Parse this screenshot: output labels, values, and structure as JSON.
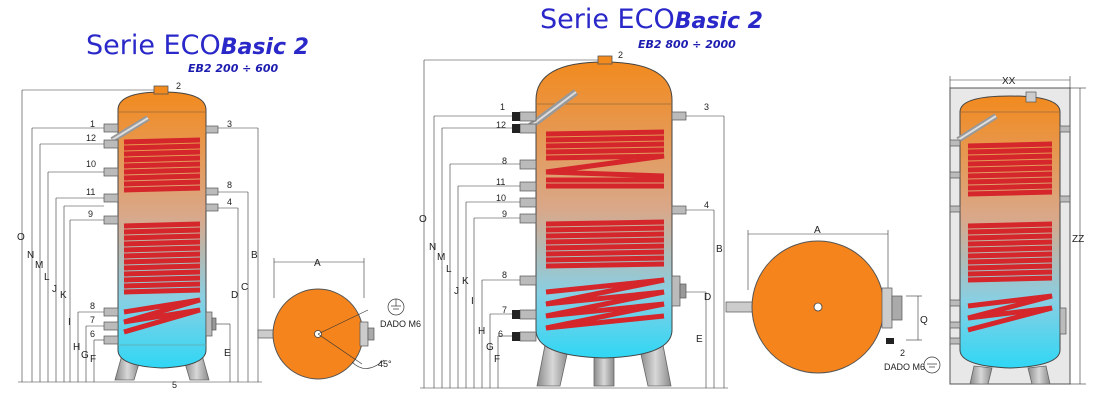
{
  "titles": {
    "left": {
      "prefix": "Serie ECO",
      "suffix": "Basic 2",
      "range": "EB2  200 ÷ 600"
    },
    "middle": {
      "prefix": "Serie ECO",
      "suffix": "Basic 2",
      "range": "EB2  800 ÷ 2000"
    }
  },
  "tank_left": {
    "connections": [
      "1",
      "12",
      "10",
      "11",
      "9",
      "8",
      "7",
      "6"
    ],
    "right_connections": [
      "3",
      "8",
      "4"
    ],
    "top_fitting": "2",
    "bottom_fitting": "5",
    "dims": [
      "O",
      "N",
      "M",
      "L",
      "J",
      "K",
      "I",
      "H",
      "G",
      "F"
    ],
    "right_dims": [
      "B",
      "C",
      "D",
      "E"
    ]
  },
  "top_view_left": {
    "width_label": "A",
    "nut_label": "DADO M6",
    "angle_label": "45°"
  },
  "tank_middle": {
    "top_fitting": "2",
    "connections": [
      "1",
      "12",
      "8",
      "11",
      "10",
      "9",
      "8",
      "7",
      "6"
    ],
    "right_connections": [
      "3",
      "4"
    ],
    "dims": [
      "O",
      "N",
      "M",
      "L",
      "K",
      "J",
      "I",
      "H",
      "G",
      "F"
    ],
    "right_dims": [
      "B",
      "D",
      "E"
    ]
  },
  "top_view_middle": {
    "width_label": "A",
    "nut_label": "DADO M6",
    "fitting_label": "2",
    "height_label": "Q"
  },
  "insulated_tank": {
    "width_label": "XX",
    "height_label": "ZZ"
  },
  "colors": {
    "title": "#2a28c9",
    "tank_top": "#f28a1e",
    "tank_bottom": "#2fd7f5",
    "coil": "#e3262b",
    "tank_view": "#f5841d"
  }
}
